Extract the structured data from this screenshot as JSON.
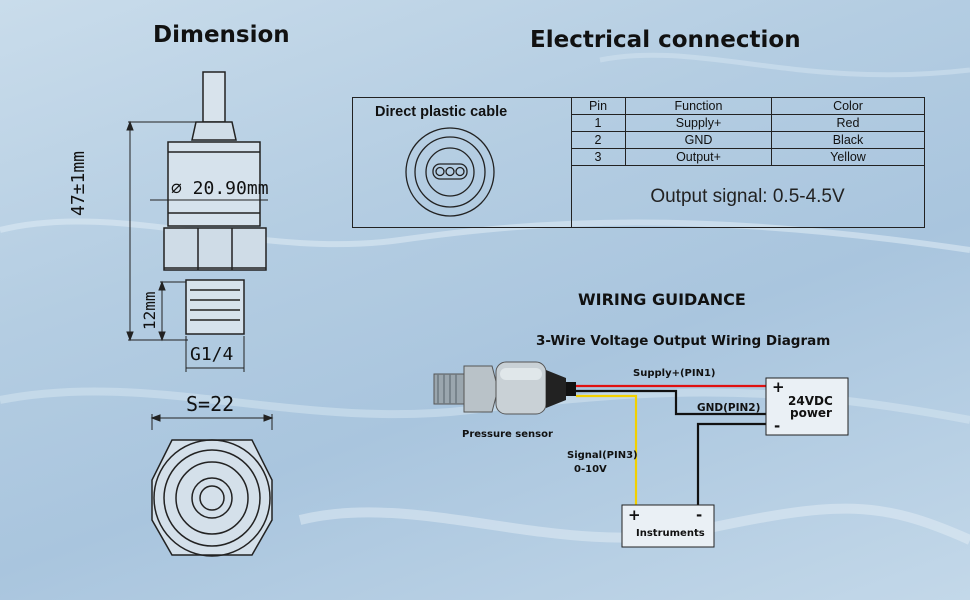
{
  "headings": {
    "dimension": "Dimension",
    "electrical": "Electrical connection",
    "wiring": "WIRING GUIDANCE",
    "wiring_sub": "3-Wire  Voltage Output Wiring Diagram"
  },
  "dimension": {
    "diameter": "∅ 20.90mm",
    "length": "47±1mm",
    "thread_len": "12mm",
    "thread": "G1/4",
    "hex": "S=22"
  },
  "electrical": {
    "cable_title": "Direct plastic cable",
    "header": {
      "pin": "Pin",
      "function": "Function",
      "color": "Color"
    },
    "rows": [
      {
        "pin": "1",
        "function": "Supply+",
        "color": "Red"
      },
      {
        "pin": "2",
        "function": "GND",
        "color": "Black"
      },
      {
        "pin": "3",
        "function": "Output+",
        "color": "Yellow"
      }
    ],
    "output_signal": "Output signal: 0.5-4.5V"
  },
  "wiring": {
    "supply_label": "Supply+(PIN1)",
    "gnd_label": "GND(PIN2)",
    "signal_label": "Signal(PIN3)",
    "signal_range": "0-10V",
    "sensor_label": "Pressure sensor",
    "power_label_1": "24VDC",
    "power_label_2": "power",
    "power_plus": "+",
    "power_minus": "-",
    "instrument_label": "Instruments",
    "instrument_plus": "+",
    "instrument_minus": "-",
    "wire_colors": {
      "supply": "#e01010",
      "gnd": "#111111",
      "signal": "#f2d000"
    }
  }
}
